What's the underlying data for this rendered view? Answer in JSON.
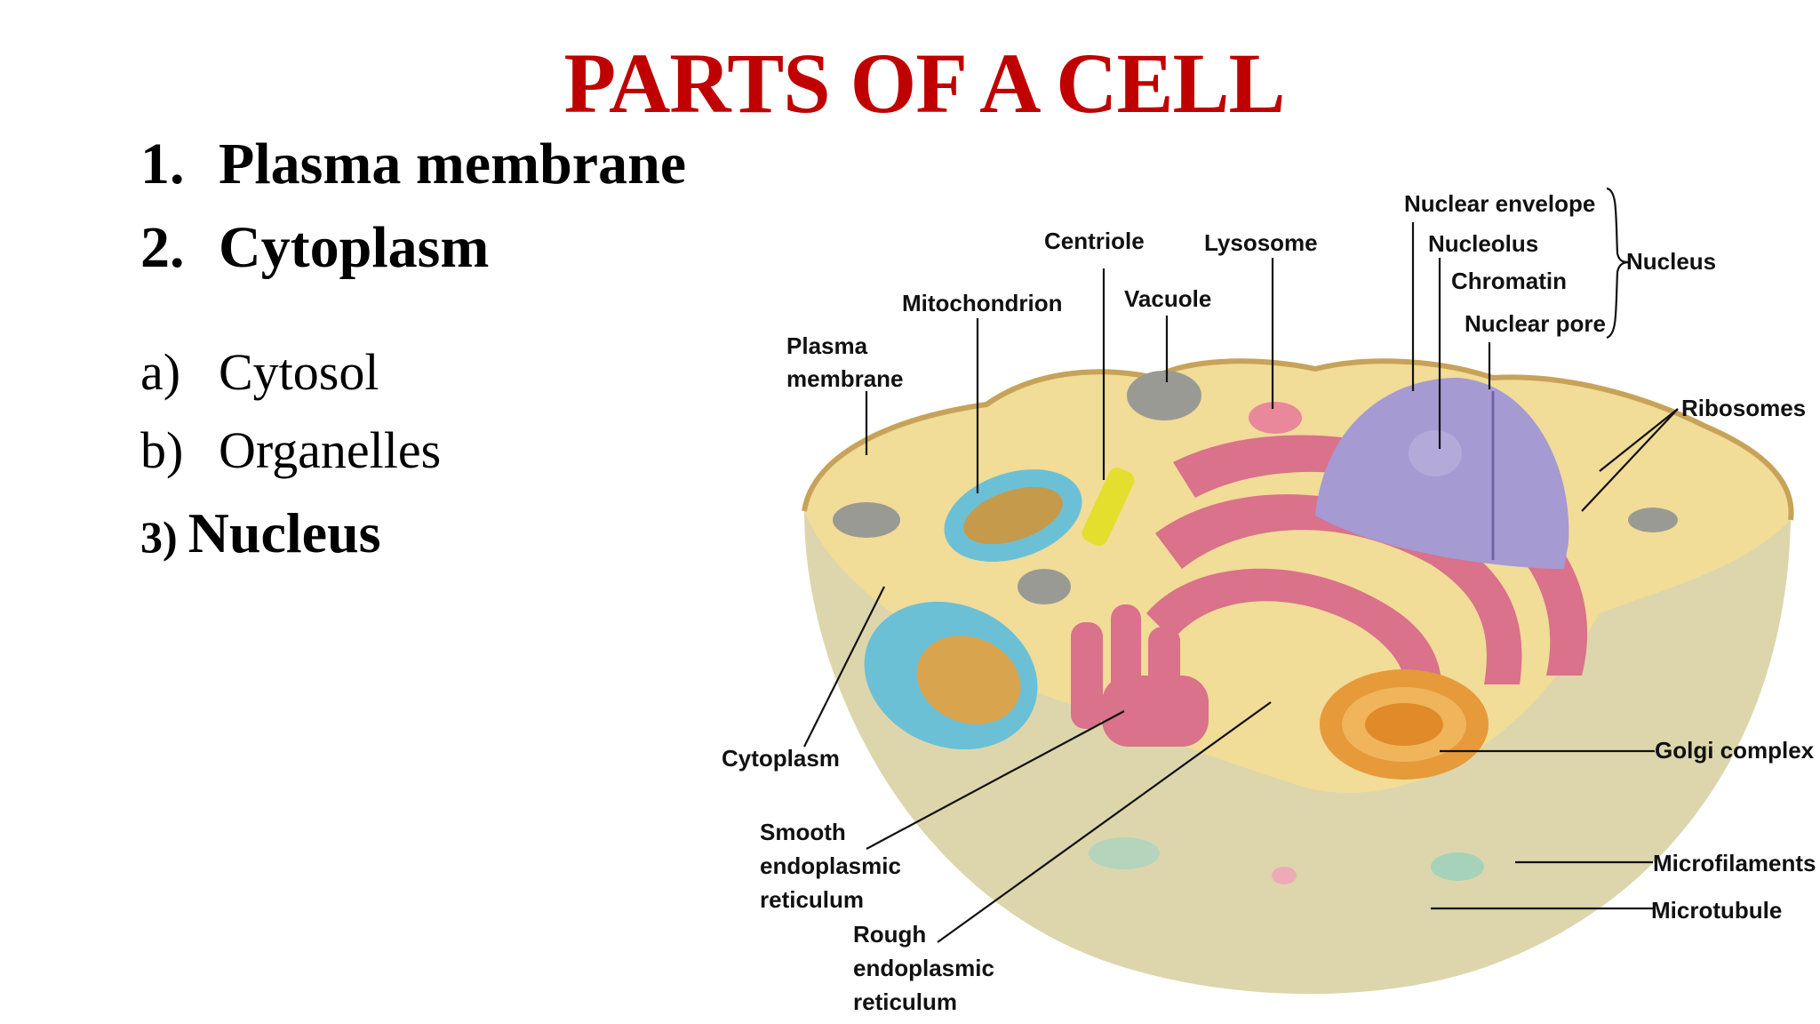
{
  "slide": {
    "title": "PARTS OF A CELL",
    "title_color": "#c00000",
    "list": [
      {
        "num": "1.",
        "text": "Plasma membrane"
      },
      {
        "num": "2.",
        "text": "Cytoplasm"
      },
      {
        "num": "a)",
        "text": "Cytosol"
      },
      {
        "num": "b)",
        "text": "Organelles"
      },
      {
        "num": "3)",
        "text": "Nucleus"
      }
    ]
  },
  "diagram": {
    "labels": {
      "nuclear_envelope": "Nuclear envelope",
      "nucleolus": "Nucleolus",
      "chromatin": "Chromatin",
      "nuclear_pore": "Nuclear pore",
      "nucleus": "Nucleus",
      "centriole": "Centriole",
      "lysosome": "Lysosome",
      "mitochondrion": "Mitochondrion",
      "vacuole": "Vacuole",
      "plasma_membrane_1": "Plasma",
      "plasma_membrane_2": "membrane",
      "ribosomes": "Ribosomes",
      "cytoplasm": "Cytoplasm",
      "golgi": "Golgi complex",
      "smooth_er_1": "Smooth",
      "smooth_er_2": "endoplasmic",
      "smooth_er_3": "reticulum",
      "rough_er_1": "Rough",
      "rough_er_2": "endoplasmic",
      "rough_er_3": "reticulum",
      "microfilaments": "Microfilaments",
      "microtubule": "Microtubule"
    },
    "colors": {
      "cytosol_top": "#f1dc98",
      "cell_body": "#ddd6ac",
      "mitochondrion": "#6cc0d6",
      "er": "#d9728a",
      "nucleus": "#a59ad2",
      "golgi": "#e69a3a",
      "centriole": "#e3df2c",
      "vacuole": "#9a9a94"
    }
  }
}
